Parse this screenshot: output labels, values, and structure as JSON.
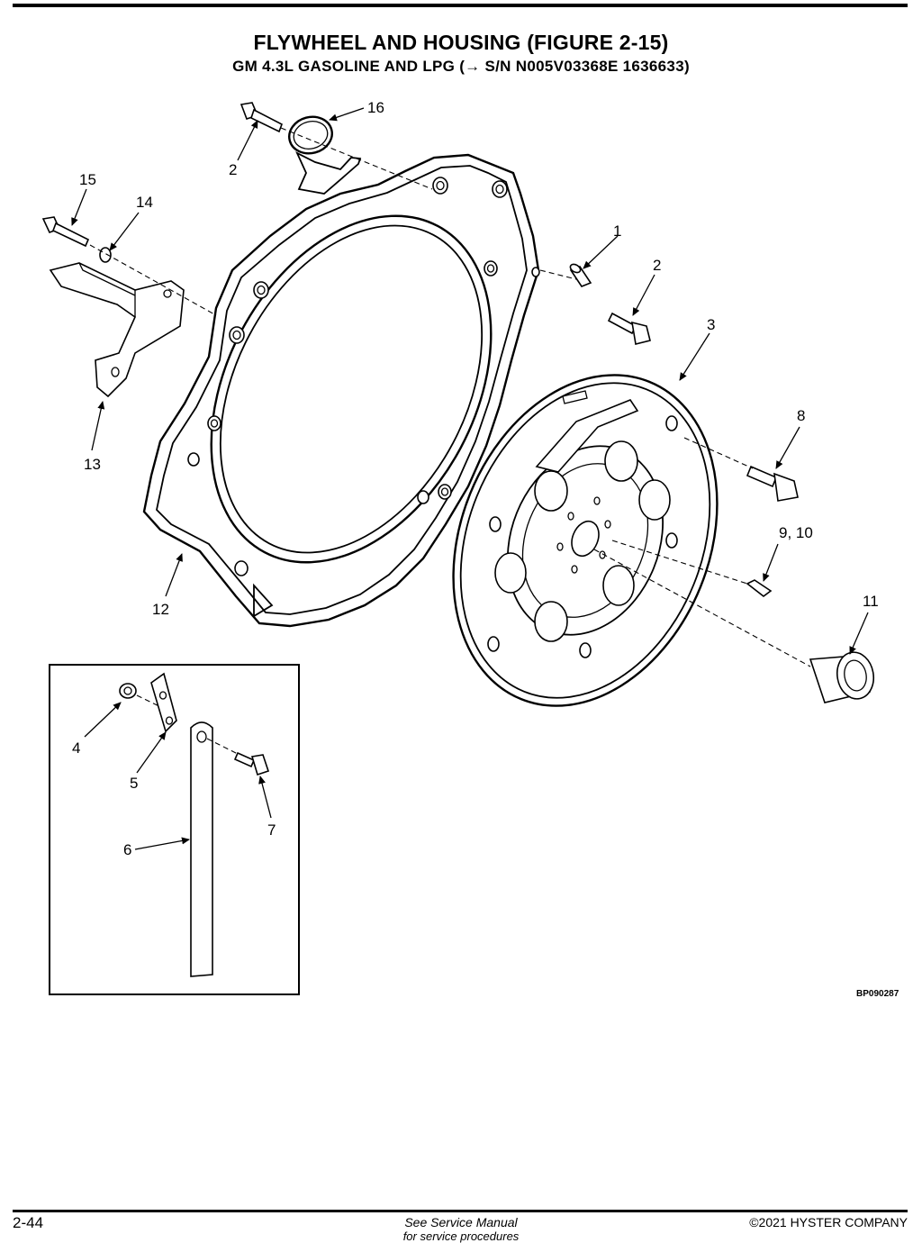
{
  "header": {
    "title": "FLYWHEEL AND HOUSING (FIGURE 2-15)",
    "subtitle": "GM 4.3L GASOLINE AND LPG  (→ S/N N005V03368E 1636633)"
  },
  "callouts": {
    "c1": "1",
    "c2a": "2",
    "c2b": "2",
    "c3": "3",
    "c4": "4",
    "c5": "5",
    "c6": "6",
    "c7": "7",
    "c8": "8",
    "c9_10": "9, 10",
    "c11": "11",
    "c12": "12",
    "c13": "13",
    "c14": "14",
    "c15": "15",
    "c16": "16"
  },
  "figure_id": "BP090287",
  "footer": {
    "page_number": "2-44",
    "center_text": "See Service Manual",
    "center_text_cut": "for service procedures",
    "copyright": "©2021 HYSTER COMPANY"
  }
}
